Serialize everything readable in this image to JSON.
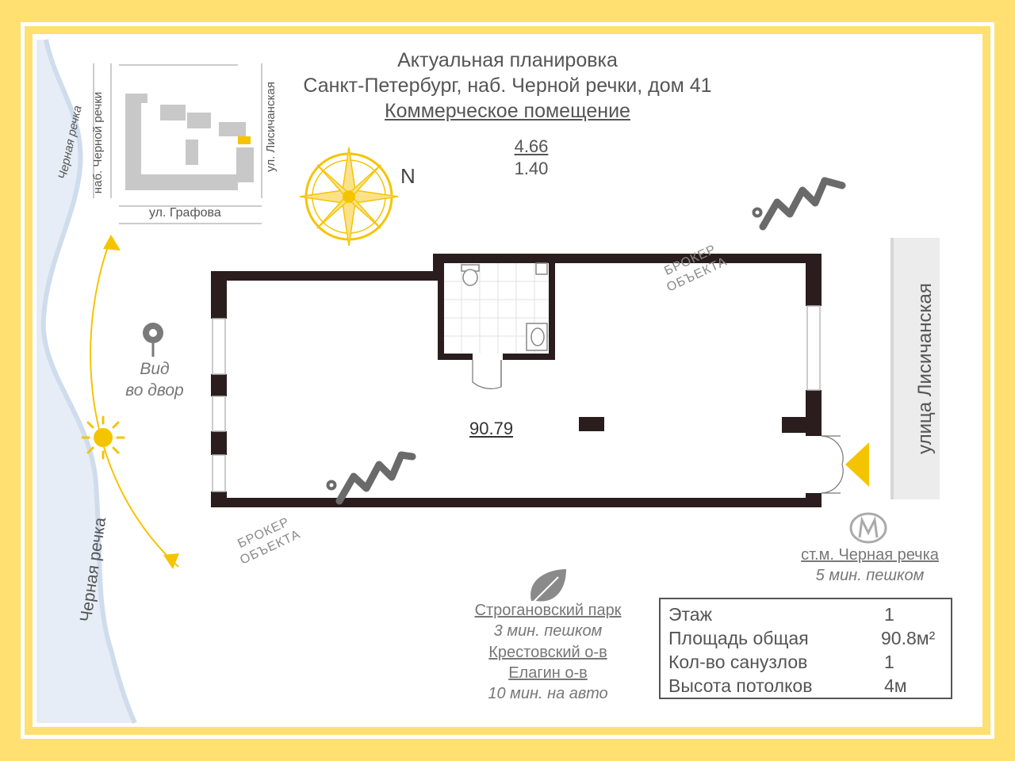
{
  "header": {
    "line1": "Актуальная планировка",
    "line2": "Санкт-Петербург, наб. Черной речки, дом 41",
    "line3": "Коммерческое помещение"
  },
  "window_ratio": {
    "top": "4.66",
    "bottom": "1.40"
  },
  "compass": {
    "north_label": "N"
  },
  "site_map": {
    "street_left": "наб. Черной речки",
    "street_right": "ул. Лисичанская",
    "street_bottom": "ул. Графова",
    "river_top": "Черная речка"
  },
  "river_bottom": "Черная речка",
  "street_right_big": "улица Лисичанская",
  "view_label": {
    "line1": "Вид",
    "line2": "во двор"
  },
  "room_area": "90.79",
  "broker_watermark": {
    "line1": "БРОКЕР",
    "line2": "ОБЪЕКТА"
  },
  "metro": {
    "station": "ст.м. Черная речка",
    "walk": "5 мин. пешком"
  },
  "park": {
    "name": "Строгановский парк",
    "walk": "3 мин. пешком",
    "island1": "Крестовский о-в",
    "island2": "Елагин о-в",
    "drive": "10 мин. на авто"
  },
  "info": [
    {
      "label": "Этаж",
      "value": "1"
    },
    {
      "label": "Площадь общая",
      "value": "90.8м²"
    },
    {
      "label": "Кол-во санузлов",
      "value": "1"
    },
    {
      "label": "Высота потолков",
      "value": "4м"
    }
  ],
  "colors": {
    "frame": "#ffe070",
    "accent": "#f5c400",
    "wall": "#2b1d1d",
    "text": "#555555",
    "water": "#dde6f2"
  }
}
